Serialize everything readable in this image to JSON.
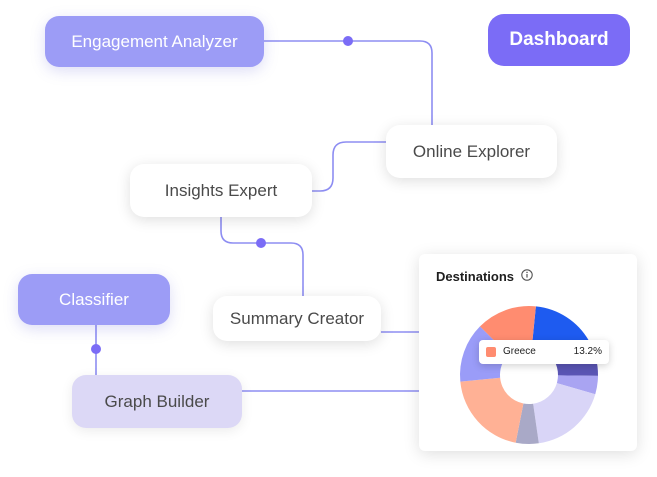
{
  "nodes": {
    "engagement_analyzer": "Engagement Analyzer",
    "dashboard": "Dashboard",
    "online_explorer": "Online Explorer",
    "insights_expert": "Insights Expert",
    "classifier": "Classifier",
    "summary_creator": "Summary Creator",
    "graph_builder": "Graph Builder"
  },
  "colors": {
    "connector": "#8d8df2",
    "node_purple": "#9c9cf6",
    "node_dashboard": "#7b6cf6",
    "node_lavender": "#dcd8f6"
  },
  "chart_data": {
    "type": "pie",
    "title": "Destinations",
    "info_icon": "info-icon",
    "donut": true,
    "slices": [
      {
        "label": "",
        "value": 14,
        "color": "#1e5bf0"
      },
      {
        "label": "",
        "value": 8,
        "color": "#5a55b4"
      },
      {
        "label": "",
        "value": 4,
        "color": "#a9a4f2"
      },
      {
        "label": "",
        "value": 17,
        "color": "#d9d5f7"
      },
      {
        "label": "",
        "value": 5,
        "color": "#a9a9c7"
      },
      {
        "label": "",
        "value": 19,
        "color": "#ffb195"
      },
      {
        "label": "",
        "value": 13,
        "color": "#9a9cf8"
      },
      {
        "label": "Greece",
        "value": 13.2,
        "color": "#ff8c70"
      }
    ],
    "tooltip": {
      "label": "Greece",
      "value": "13.2%",
      "color": "#ff8c70"
    }
  }
}
